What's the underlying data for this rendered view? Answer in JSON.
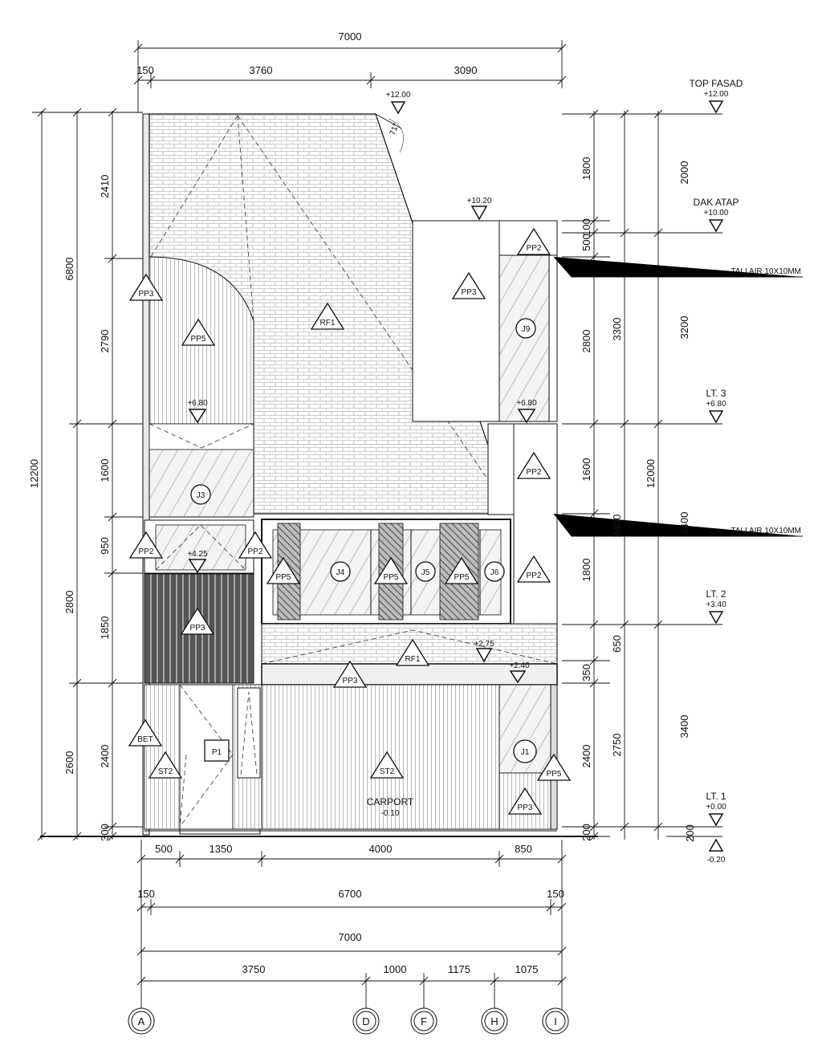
{
  "top_dims": {
    "overall": "7000",
    "seg1": "150",
    "seg2": "3760",
    "seg3": "3090"
  },
  "left_dims": {
    "total": "12200",
    "upper": "6800",
    "lower_mid": "2800",
    "lower": "2600",
    "d2410": "2410",
    "d2790": "2790",
    "d1600": "1600",
    "d950": "950",
    "d1850": "1850",
    "d2400": "2400",
    "d300": "300"
  },
  "right_dims": {
    "d1800a": "1800",
    "d100": "100",
    "d500": "500",
    "d2800": "2800",
    "d3300": "3300",
    "d1600": "1600",
    "d3400a": "3400",
    "d1800b": "1800",
    "d650": "650",
    "d350": "350",
    "d2750": "2750",
    "d2400": "2400",
    "d200a": "200",
    "d12000": "12000",
    "d2000": "2000",
    "d3200": "3200",
    "d3400b": "3400",
    "d3400c": "3400",
    "d200b": "200"
  },
  "levels": {
    "top_fasad": "TOP FASAD",
    "top_fasad_val": "+12.00",
    "dak_atap": "DAK ATAP",
    "dak_atap_val": "+10.00",
    "lt3": "LT. 3",
    "lt3_val": "+6.80",
    "lt2": "LT. 2",
    "lt2_val": "+3.40",
    "lt1": "LT. 1",
    "lt1_val": "+0.00",
    "ground_val": "-0.20",
    "tali_air_1": "TALI AIR 10X10MM",
    "tali_air_2": "TALI AIR 10X10MM"
  },
  "elev_marks": {
    "m1200": "+12.00",
    "m1020": "+10.20",
    "m680a": "+6.80",
    "m680b": "+6.80",
    "m425": "+4.25",
    "m275": "+2.75",
    "m240": "+2.40",
    "carport": "CARPORT",
    "m010": "-0.10",
    "angle": "71°"
  },
  "tags": {
    "pp3a": "PP3",
    "pp5a": "PP5",
    "rf1a": "RF1",
    "pp3b": "PP3",
    "pp2a": "PP2",
    "j9": "J9",
    "j3": "J3",
    "pp2b": "PP2",
    "pp2c": "PP2",
    "pp2d": "PP2",
    "pp2e": "PP2",
    "j4": "J4",
    "pp5b": "PP5",
    "pp5c": "PP5",
    "j5": "J5",
    "pp5d": "PP5",
    "j6": "J6",
    "pp3c": "PP3",
    "rf1b": "RF1",
    "pp3d": "PP3",
    "bet": "BET",
    "st2a": "ST2",
    "p1": "P1",
    "st2b": "ST2",
    "j1": "J1",
    "pp5e": "PP5",
    "pp3e": "PP3"
  },
  "bottom_dims": {
    "d500": "500",
    "d1350": "1350",
    "d4000": "4000",
    "d850": "850",
    "d150a": "150",
    "d6700": "6700",
    "d150b": "150",
    "d7000": "7000",
    "d3750": "3750",
    "d1000": "1000",
    "d1175": "1175",
    "d1075": "1075"
  },
  "grid": {
    "a": "A",
    "d": "D",
    "f": "F",
    "h": "H",
    "i": "I"
  }
}
